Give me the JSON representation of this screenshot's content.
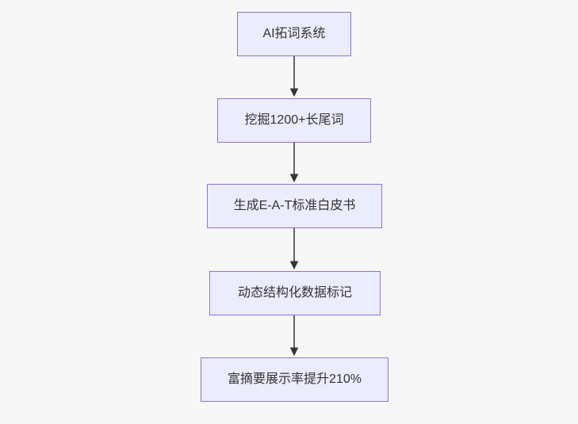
{
  "diagram": {
    "type": "flowchart",
    "direction": "top-down",
    "colors": {
      "background": "#f7f7f7",
      "node_fill": "#ececff",
      "node_border": "#9370db",
      "node_text": "#333333",
      "arrow": "#333333"
    },
    "nodes": [
      {
        "id": "n1",
        "label": "AI拓词系统"
      },
      {
        "id": "n2",
        "label": "挖掘1200+长尾词"
      },
      {
        "id": "n3",
        "label": "生成E-A-T标准白皮书"
      },
      {
        "id": "n4",
        "label": "动态结构化数据标记"
      },
      {
        "id": "n5",
        "label": "富摘要展示率提升210%"
      }
    ],
    "edges": [
      {
        "from": "n1",
        "to": "n2"
      },
      {
        "from": "n2",
        "to": "n3"
      },
      {
        "from": "n3",
        "to": "n4"
      },
      {
        "from": "n4",
        "to": "n5"
      }
    ]
  }
}
